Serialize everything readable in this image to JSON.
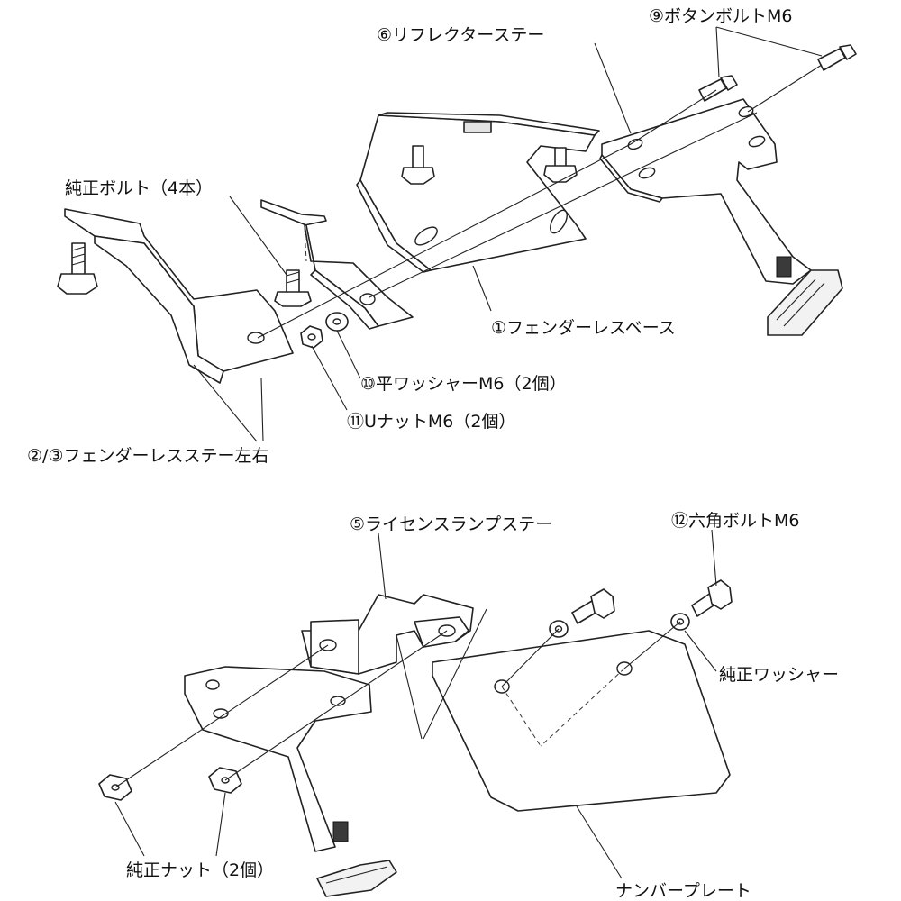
{
  "labels": {
    "button_bolt": "⑨ボタンボルトM6",
    "reflector_stay": "⑥リフレクターステー",
    "oem_bolt_4": "純正ボルト（4本）",
    "fenderless_base": "①フェンダーレスベース",
    "flat_washer": "⑩平ワッシャーM6（2個）",
    "u_nut": "⑪UナットM6（2個）",
    "fenderless_stay_lr": "②/③フェンダーレスステー左右",
    "license_lamp_stay": "⑤ライセンスランプステー",
    "hex_bolt": "⑫六角ボルトM6",
    "oem_washer": "純正ワッシャー",
    "oem_nut_2": "純正ナット（2個）",
    "number_plate": "ナンバープレート"
  },
  "colors": {
    "line": "#222222",
    "reflector": "#3a3a3a",
    "background": "#ffffff"
  }
}
